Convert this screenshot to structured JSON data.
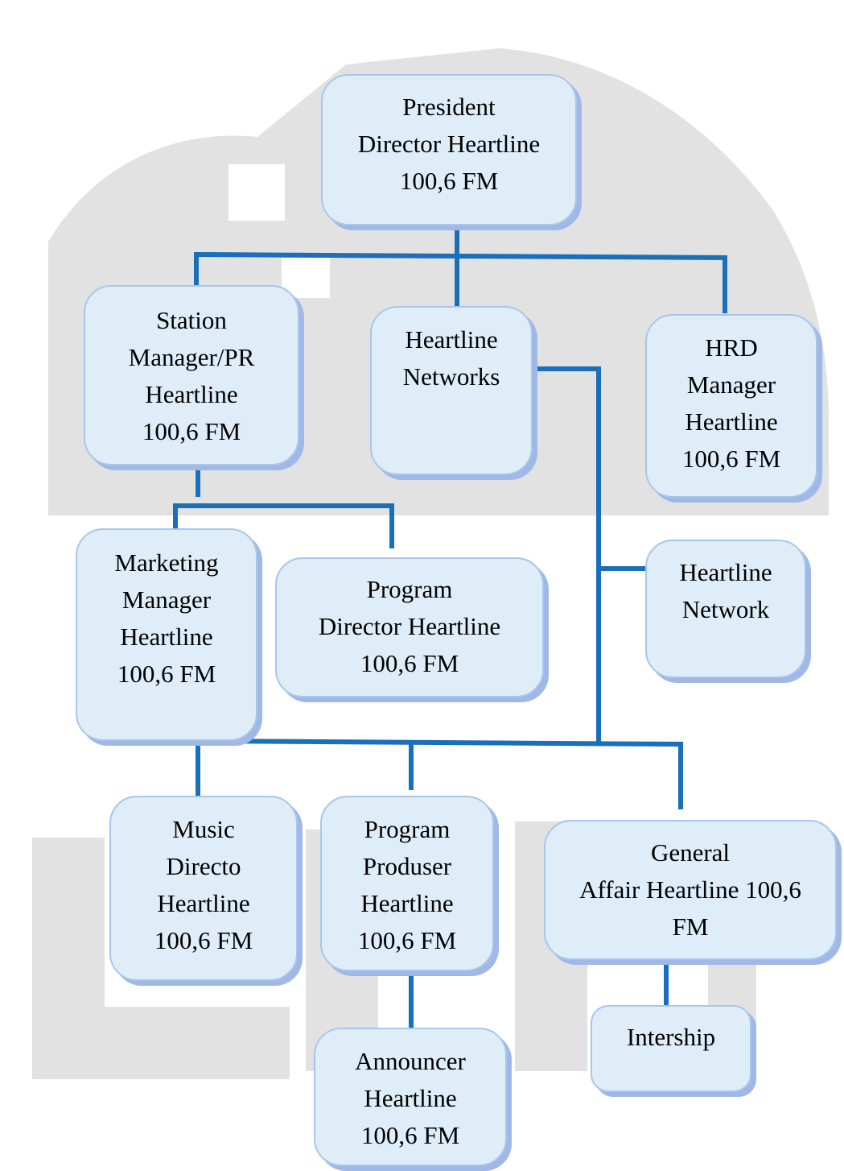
{
  "diagram": {
    "nodes": {
      "president": {
        "lines": [
          "President",
          "Director Heartline",
          "100,6 FM"
        ]
      },
      "station_manager": {
        "lines": [
          "Station",
          "Manager/PR",
          "Heartline",
          "100,6 FM"
        ]
      },
      "heartline_networks": {
        "lines": [
          "Heartline",
          "Networks"
        ]
      },
      "hrd_manager": {
        "lines": [
          "HRD",
          "Manager",
          "Heartline",
          "100,6 FM"
        ]
      },
      "heartline_network": {
        "lines": [
          "Heartline",
          "Network"
        ]
      },
      "marketing_manager": {
        "lines": [
          "Marketing",
          "Manager",
          "Heartline",
          "100,6 FM"
        ]
      },
      "program_director": {
        "lines": [
          "Program",
          "Director Heartline",
          "100,6 FM"
        ]
      },
      "music_director": {
        "lines": [
          "Music",
          "Directo",
          "Heartline",
          "100,6 FM"
        ]
      },
      "program_produser": {
        "lines": [
          "Program",
          "Produser",
          "Heartline",
          "100,6 FM"
        ]
      },
      "general_affair": {
        "lines": [
          "General",
          "Affair Heartline 100,6",
          "FM"
        ]
      },
      "intership": {
        "lines": [
          "Intership"
        ]
      },
      "announcer": {
        "lines": [
          "Announcer",
          "Heartline",
          "100,6 FM"
        ]
      }
    },
    "colors": {
      "connector": "#1a6fba",
      "box_fill": "#deedf7",
      "box_border": "#a9c6ea",
      "box_shadow": "#9fb8e8",
      "watermark": "#dfdfdf"
    }
  }
}
